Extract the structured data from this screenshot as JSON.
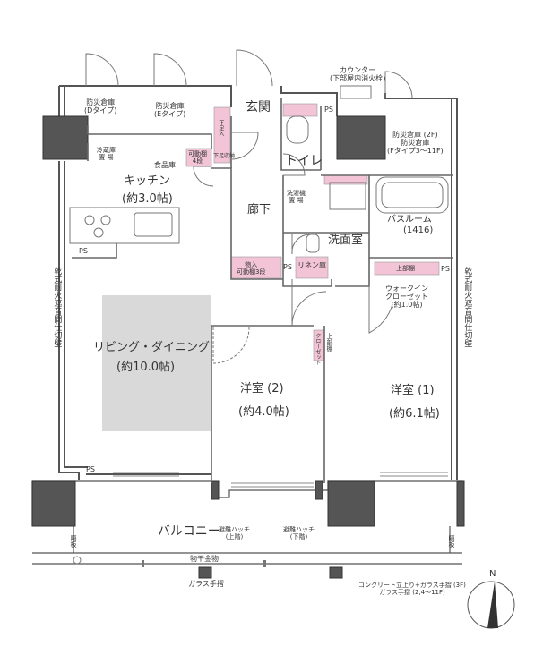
{
  "colors": {
    "wall": "#4d4d4d",
    "column": "#555555",
    "storage_pink": "#f2c4d6",
    "living_gray": "#d9d9d9",
    "line": "#666666"
  },
  "rooms": {
    "entrance": "玄関",
    "toilet": "トイレ",
    "kitchen_name": "キッチン",
    "kitchen_size": "(約3.0帖)",
    "hallway": "廊下",
    "washroom": "洗面室",
    "bathroom_name": "バスルーム",
    "bathroom_size": "(1416)",
    "living_name": "リビング・ダイニング",
    "living_size": "(約10.0帖)",
    "room2_name": "洋室 (2)",
    "room2_size": "(約4.0帖)",
    "room1_name": "洋室 (1)",
    "room1_size": "(約6.1帖)",
    "balcony": "バルコニー"
  },
  "storage": {
    "disaster_d": [
      "防災倉庫",
      "(Dタイプ)"
    ],
    "disaster_e": [
      "防災倉庫",
      "(Eタイプ)"
    ],
    "disaster_f": [
      "防災倉庫 (2F)",
      "防災倉庫",
      "(Fタイプ3～11F)"
    ],
    "fridge": [
      "冷蔵庫",
      "置 場"
    ],
    "pantry": "食品庫",
    "movable_shelf_4": [
      "可動棚",
      "4段"
    ],
    "shoe_box": "下足入",
    "shoe_box_2": "下足収納",
    "washer": [
      "洗濯機",
      "置 場"
    ],
    "storage_shelf": [
      "物入",
      "可動棚3段"
    ],
    "linen": "リネン庫",
    "upper_shelf": "上部棚",
    "walk_in": [
      "ウォークイン",
      "クローゼット",
      "(約1.0帖)"
    ],
    "upper_shelf_2": "上部棚",
    "closet_small": "クローゼット"
  },
  "annotations": {
    "counter": [
      "カウンター",
      "(下部屋内消火栓)"
    ],
    "ps": "PS",
    "fire_wall": "乾式耐火遮音間仕切壁",
    "hatch_1": [
      "避難ハッチ",
      "(上階)"
    ],
    "hatch_2": [
      "避難ハッチ",
      "(下階)"
    ],
    "partition": "隔板",
    "railing_hardware": "物干金物",
    "glass_railing": "ガラス手摺",
    "concrete_note": [
      "コンクリート立上り+ガラス手摺 (3F)",
      "ガラス手摺 (2,4～11F)"
    ],
    "north": "N"
  }
}
